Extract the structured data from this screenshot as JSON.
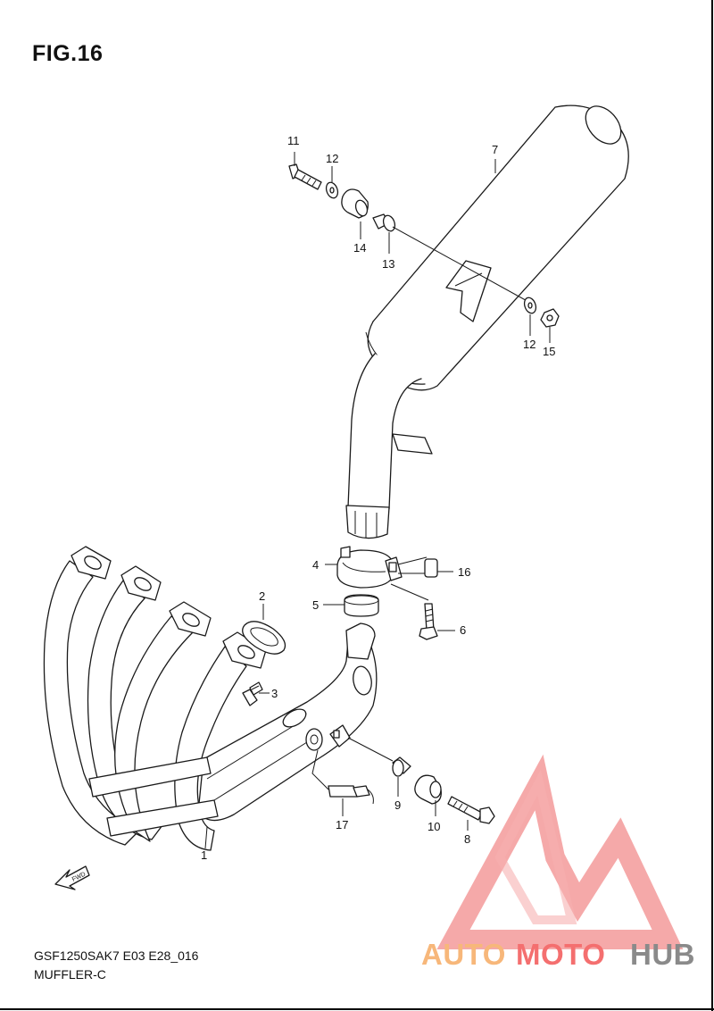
{
  "figure": {
    "title": "FIG.16",
    "code": "GSF1250SAK7 E03 E28_016",
    "name": "MUFFLER-C",
    "fwd_label": "FWD"
  },
  "parts": [
    {
      "id": "p1",
      "label": "1"
    },
    {
      "id": "p2",
      "label": "2"
    },
    {
      "id": "p3",
      "label": "3"
    },
    {
      "id": "p4",
      "label": "4"
    },
    {
      "id": "p5",
      "label": "5"
    },
    {
      "id": "p6",
      "label": "6"
    },
    {
      "id": "p7",
      "label": "7"
    },
    {
      "id": "p8",
      "label": "8"
    },
    {
      "id": "p9",
      "label": "9"
    },
    {
      "id": "p10",
      "label": "10"
    },
    {
      "id": "p11",
      "label": "11"
    },
    {
      "id": "p12a",
      "label": "12"
    },
    {
      "id": "p12b",
      "label": "12"
    },
    {
      "id": "p13",
      "label": "13"
    },
    {
      "id": "p14",
      "label": "14"
    },
    {
      "id": "p15",
      "label": "15"
    },
    {
      "id": "p16",
      "label": "16"
    },
    {
      "id": "p17",
      "label": "17"
    }
  ],
  "watermark": {
    "part1": "AUTO",
    "part2": "MOTO",
    "part3": "HUB",
    "color_orange": "#f7b77a",
    "color_red": "#f46f6f",
    "color_gray": "#8a8a8a"
  }
}
